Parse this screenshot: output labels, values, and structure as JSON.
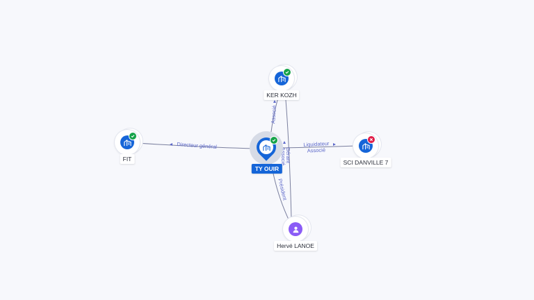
{
  "graph": {
    "center": {
      "name": "TY OUIR",
      "type": "company",
      "status": "active"
    },
    "nodes": [
      {
        "key": "ker",
        "name": "KER KOZH",
        "type": "company",
        "status": "active"
      },
      {
        "key": "fit",
        "name": "FIT",
        "type": "company",
        "status": "active"
      },
      {
        "key": "sci",
        "name": "SCI DANVILLE 7",
        "type": "company",
        "status": "closed"
      },
      {
        "key": "herve",
        "name": "Hervé LANOE",
        "type": "person"
      }
    ],
    "edges": [
      {
        "key": "center-ker",
        "labels": [
          "Associé"
        ]
      },
      {
        "key": "center-fit",
        "labels": [
          "Directeur général"
        ]
      },
      {
        "key": "center-sci",
        "labels": [
          "Liquidateur",
          "Associé"
        ]
      },
      {
        "key": "herve-center",
        "labels": [
          "Président"
        ]
      },
      {
        "key": "herve-ker",
        "labels": [
          "Gérant",
          "Associé"
        ]
      }
    ]
  },
  "icons": {
    "company": "building-icon",
    "person": "person-icon",
    "status_active": "check-badge-icon",
    "status_closed": "close-badge-icon"
  },
  "colors": {
    "company": "#1565d8",
    "person": "#8b5cf6",
    "active_badge": "#16a34a",
    "closed_badge": "#e11d48",
    "edge": "#7a7f9e",
    "edge_label": "#5b67c9",
    "background": "#f7f8fc"
  }
}
